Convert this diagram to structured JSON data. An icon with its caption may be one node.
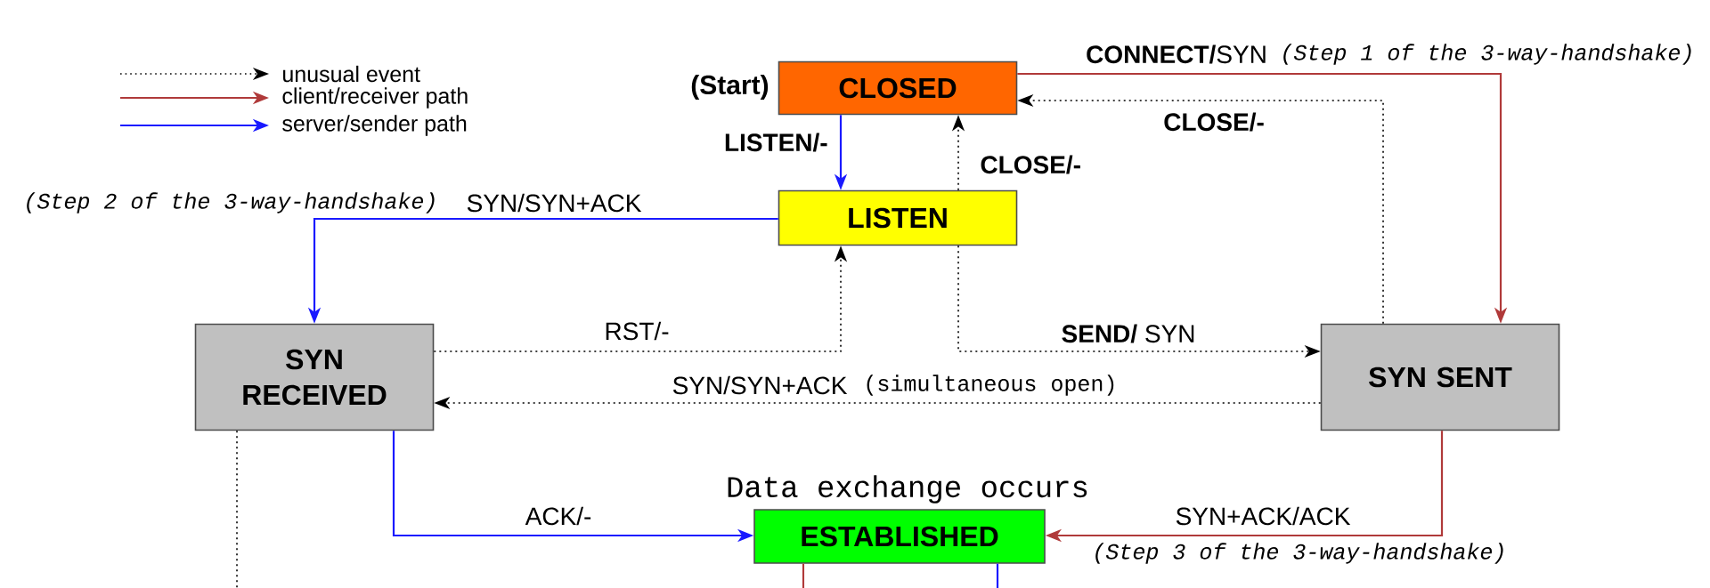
{
  "diagram": {
    "nodes": [
      {
        "text": [
          "CLOSED"
        ],
        "beside": [
          "(Start)"
        ]
      },
      {
        "text": [
          "LISTEN"
        ]
      },
      {
        "text": [
          "SYN RECEIVED"
        ]
      },
      {
        "text": [
          "SYN SENT"
        ]
      },
      {
        "text": [
          "ESTABLISHED"
        ],
        "beside": [
          "Data exchange occurs"
        ]
      }
    ],
    "edges": [
      {
        "from": 0,
        "to": 1,
        "arrow": "to",
        "label": "**LISTEN/-**",
        "color": "#1a1aff"
      },
      {
        "from": 0,
        "to": 3,
        "arrow": "to",
        "label": "**CONNECT/**SYN",
        "color": "#b03a3a"
      },
      {
        "from": 3,
        "to": 0,
        "arrow": "to",
        "label": "**CLOSE/-**",
        "style": "dashed"
      },
      {
        "from": 1,
        "to": 0,
        "arrow": "to",
        "label": "**CLOSE/-**",
        "style": "dashed"
      },
      {
        "from": 1,
        "to": 2,
        "arrow": "to",
        "label": "SYN/SYN+ACK",
        "color": "#1a1aff"
      },
      {
        "from": 2,
        "to": 1,
        "arrow": "to",
        "label": "RST/-",
        "style": "dashed"
      },
      {
        "from": 1,
        "to": 3,
        "arrow": "to",
        "label": "**SEND/** SYN",
        "style": "dashed"
      },
      {
        "from": 3,
        "to": 2,
        "arrow": "to",
        "label": "SYN/SYN+ACK",
        "style": "dashed"
      },
      {
        "from": 2,
        "to": 4,
        "arrow": "to",
        "label": "ACK/-",
        "color": "#1a1aff"
      },
      {
        "from": 3,
        "to": 4,
        "arrow": "to",
        "label": "SYN+ACK/ACK",
        "color": "#b03a3a"
      },
      {
        "from": 2,
        "to": null,
        "arrow": "none",
        "style": "dashed"
      },
      {
        "from": 4,
        "to": null,
        "arrow": "none",
        "color": "#b03a3a"
      },
      {
        "from": 4,
        "to": null,
        "arrow": "none",
        "color": "#1a1aff"
      }
    ],
    "labels": [
      "(Step 1 of the 3-way-handshake)",
      "(Step 2 of the 3-way-handshake)",
      "(simultaneous open)",
      "(Step 3 of the 3-way-handshake)"
    ],
    "legend": [
      {
        "text": "unusual event"
      },
      {
        "text": "client/receiver path"
      },
      {
        "text": "server/sender path"
      }
    ]
  }
}
